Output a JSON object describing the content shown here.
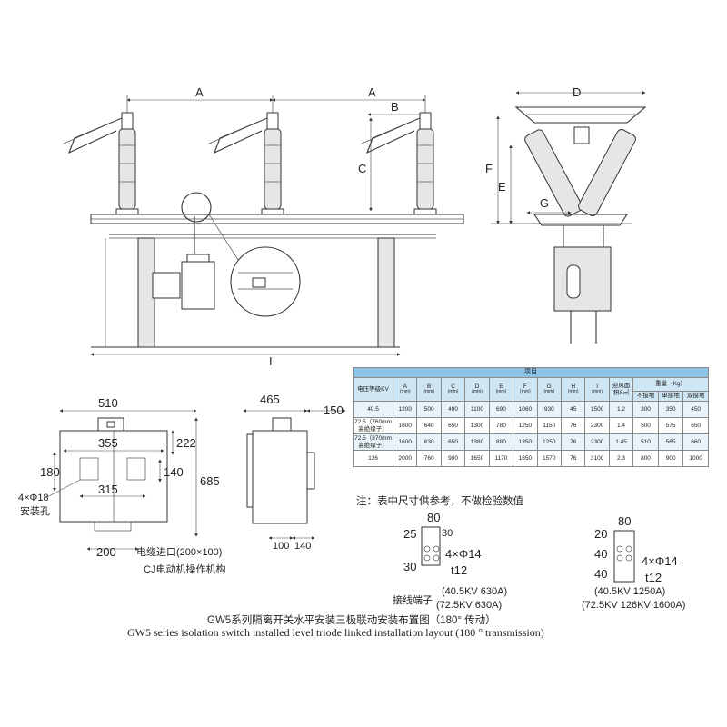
{
  "dimensions": {
    "a1": "A",
    "a2": "A",
    "b": "B",
    "c": "C",
    "d": "D",
    "e": "E",
    "f": "F",
    "g": "G",
    "i": "I",
    "w510": "510",
    "w355": "355",
    "w315": "315",
    "h180": "180",
    "h222": "222",
    "h140": "140",
    "h685": "685",
    "w200": "200",
    "w465": "465",
    "w150": "150",
    "w100": "100",
    "w140": "140",
    "t80a": "80",
    "t25": "25",
    "t30a": "30",
    "t30b": "30",
    "t80b": "80",
    "t20": "20",
    "t40a": "40",
    "t40b": "40"
  },
  "labels": {
    "mount_holes": "4×Φ18",
    "mount_holes_cn": "安装孔",
    "cable_entry": "电缆进口(200×100)",
    "motor_mech": "CJ电动机操作机构",
    "hole_a": "4×Φ14",
    "hole_b": "4×Φ14",
    "thick_a": "t12",
    "thick_b": "t12",
    "terminal": "接线端子",
    "term_a1": "(40.5KV 630A)",
    "term_a2": "(72.5KV 630A)",
    "term_b1": "(40.5KV 1250A)",
    "term_b2": "(72.5KV 126KV 1600A)",
    "caption_cn": "GW5系列隔离开关水平安装三极联动安装布置图（180° 传动）",
    "caption_en": "GW5 series isolation switch installed level triode linked installation layout (180 ° transmission)"
  },
  "table": {
    "title": "项目",
    "headers": {
      "voltage": "电压等级KV",
      "a": "A",
      "b": "B",
      "c": "C",
      "d": "D",
      "e": "E",
      "f": "F",
      "g": "G",
      "h": "H",
      "i": "I",
      "mm": "(mm)",
      "wind": "迎风面积S㎡",
      "weight": "重量（Kg）",
      "w_none": "不接地",
      "w_single": "单接地",
      "w_double": "双接地"
    },
    "rows": [
      {
        "v": "40.5",
        "a": "1200",
        "b": "500",
        "c": "400",
        "d": "1100",
        "e": "690",
        "f": "1060",
        "g": "930",
        "h": "45",
        "i": "1500",
        "s": "1.2",
        "w1": "300",
        "w2": "350",
        "w3": "450"
      },
      {
        "v": "72.5（760mm高绝缘子）",
        "a": "1600",
        "b": "640",
        "c": "650",
        "d": "1300",
        "e": "780",
        "f": "1250",
        "g": "1150",
        "h": "76",
        "i": "2300",
        "s": "1.4",
        "w1": "500",
        "w2": "575",
        "w3": "650"
      },
      {
        "v": "72.5（870mm高绝缘子）",
        "a": "1600",
        "b": "630",
        "c": "650",
        "d": "1380",
        "e": "880",
        "f": "1350",
        "g": "1250",
        "h": "76",
        "i": "2300",
        "s": "1.45",
        "w1": "510",
        "w2": "565",
        "w3": "660"
      },
      {
        "v": "126",
        "a": "2000",
        "b": "760",
        "c": "900",
        "d": "1650",
        "e": "1170",
        "f": "1650",
        "g": "1570",
        "h": "76",
        "i": "3100",
        "s": "2.3",
        "w1": "800",
        "w2": "900",
        "w3": "1000"
      }
    ],
    "note": "注：表中尺寸供参考，不做检验数值"
  }
}
